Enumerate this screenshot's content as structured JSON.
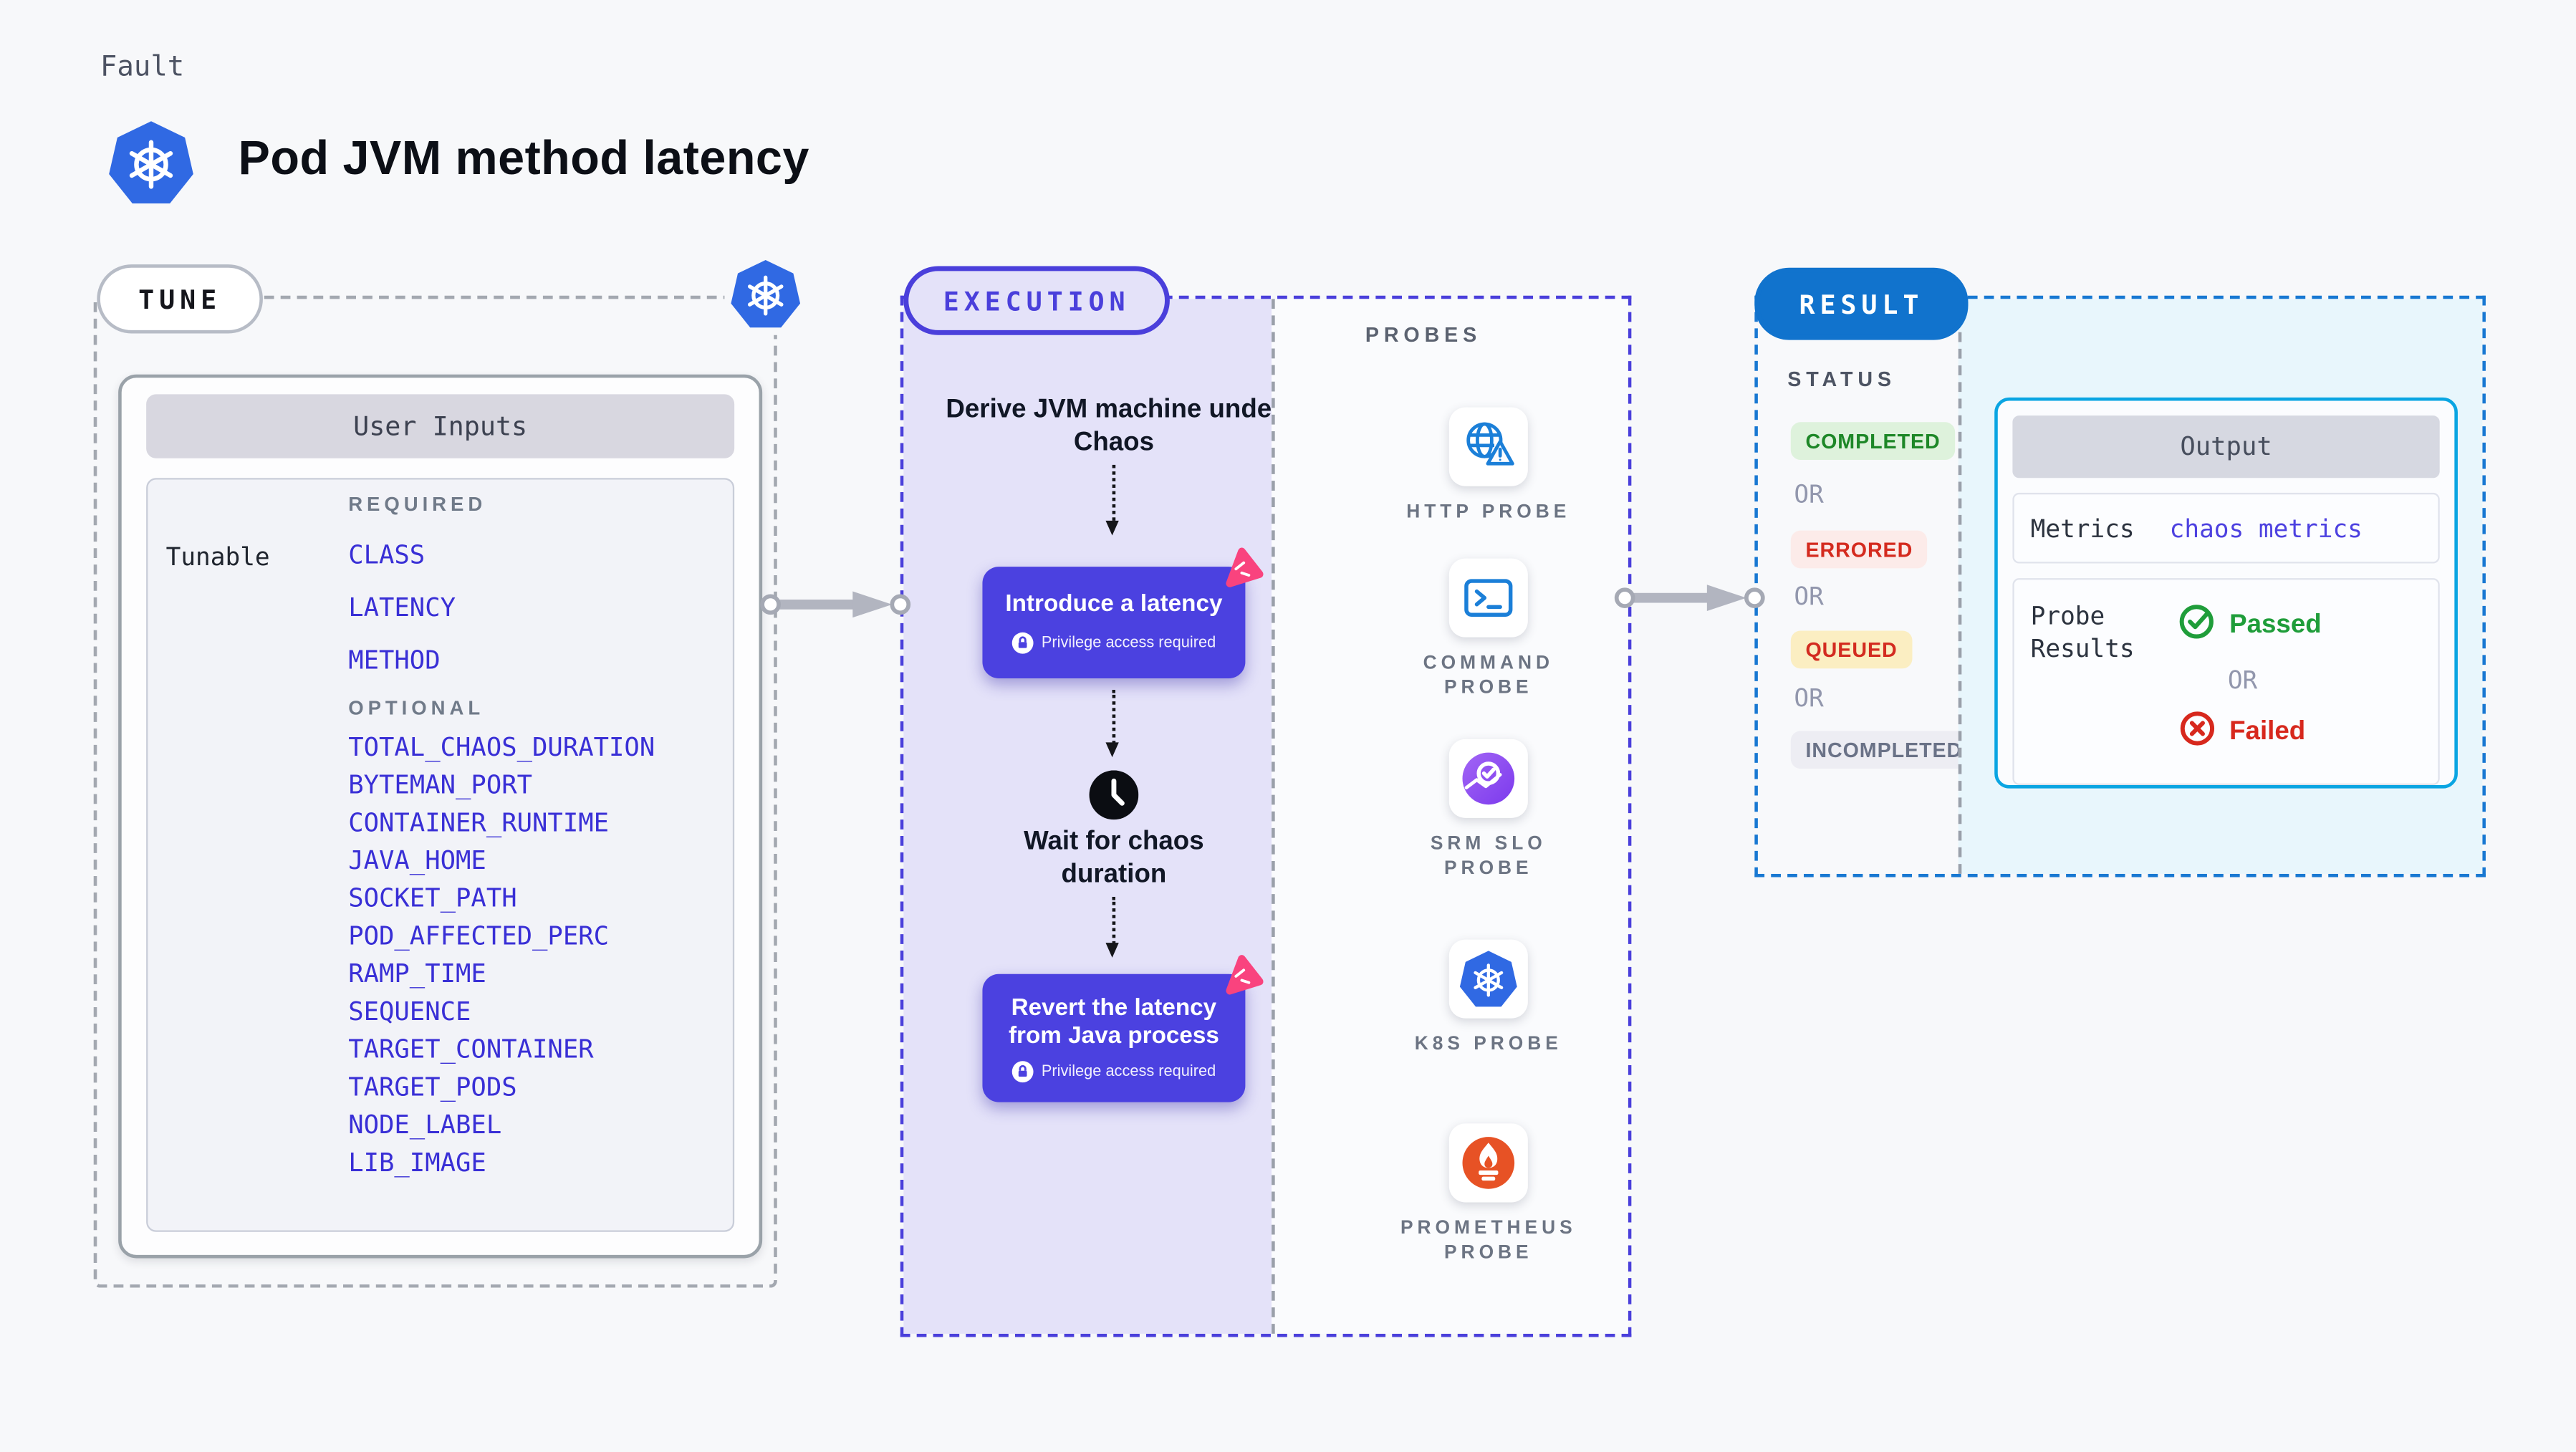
{
  "page": {
    "eyebrow": "Fault",
    "title": "Pod JVM method latency"
  },
  "tune": {
    "badge": "TUNE",
    "card_title": "User Inputs",
    "row_label": "Tunable",
    "required": {
      "label": "REQUIRED",
      "items": [
        "CLASS",
        "LATENCY",
        "METHOD"
      ]
    },
    "optional": {
      "label": "OPTIONAL",
      "items": [
        "TOTAL_CHAOS_DURATION",
        "BYTEMAN_PORT",
        "CONTAINER_RUNTIME",
        "JAVA_HOME",
        "SOCKET_PATH",
        "POD_AFFECTED_PERC",
        "RAMP_TIME",
        "SEQUENCE",
        "TARGET_CONTAINER",
        "TARGET_PODS",
        "NODE_LABEL",
        "LIB_IMAGE"
      ]
    }
  },
  "execution": {
    "badge": "EXECUTION",
    "step_derive": "Derive JVM machine under Chaos",
    "action_introduce": "Introduce a latency",
    "privilege_note": "Privilege access required",
    "step_wait": "Wait for chaos duration",
    "action_revert": "Revert the latency from Java process"
  },
  "probes": {
    "title": "PROBES",
    "items": [
      {
        "label": "HTTP PROBE",
        "icon": "globe-warning-icon"
      },
      {
        "label": "COMMAND PROBE",
        "icon": "terminal-icon"
      },
      {
        "label": "SRM SLO PROBE",
        "icon": "slo-gauge-icon"
      },
      {
        "label": "K8S PROBE",
        "icon": "kubernetes-icon"
      },
      {
        "label": "PROMETHEUS PROBE",
        "icon": "prometheus-icon"
      }
    ]
  },
  "result": {
    "badge": "RESULT",
    "status_title": "STATUS",
    "or": "OR",
    "statuses": [
      {
        "label": "COMPLETED",
        "color": "#1d8727",
        "bg": "#def2dc"
      },
      {
        "label": "ERRORED",
        "color": "#d42a1e",
        "bg": "#fcebe9"
      },
      {
        "label": "QUEUED",
        "color": "#d32b20",
        "bg": "#fbeec2"
      },
      {
        "label": "INCOMPLETED",
        "color": "#6a7287",
        "bg": "#ededf3"
      }
    ],
    "output": {
      "title": "Output",
      "metrics_label": "Metrics",
      "metrics_value": "chaos metrics",
      "probe_results_label": "Probe Results",
      "passed": "Passed",
      "failed": "Failed",
      "or": "OR"
    }
  },
  "colors": {
    "accent_indigo": "#4a3fdb",
    "chaos_box": "#4b41e0",
    "lavender_bg": "#e4e2f9",
    "result_blue": "#1173cd",
    "output_cyan_border": "#0aa5e2",
    "output_bg": "#e8f6fc",
    "green": "#1f9d3a",
    "red": "#d7281d",
    "pink_sticker": "#f9437e",
    "kubernetes_blue": "#3069e3",
    "item_blue": "#392fd6"
  }
}
